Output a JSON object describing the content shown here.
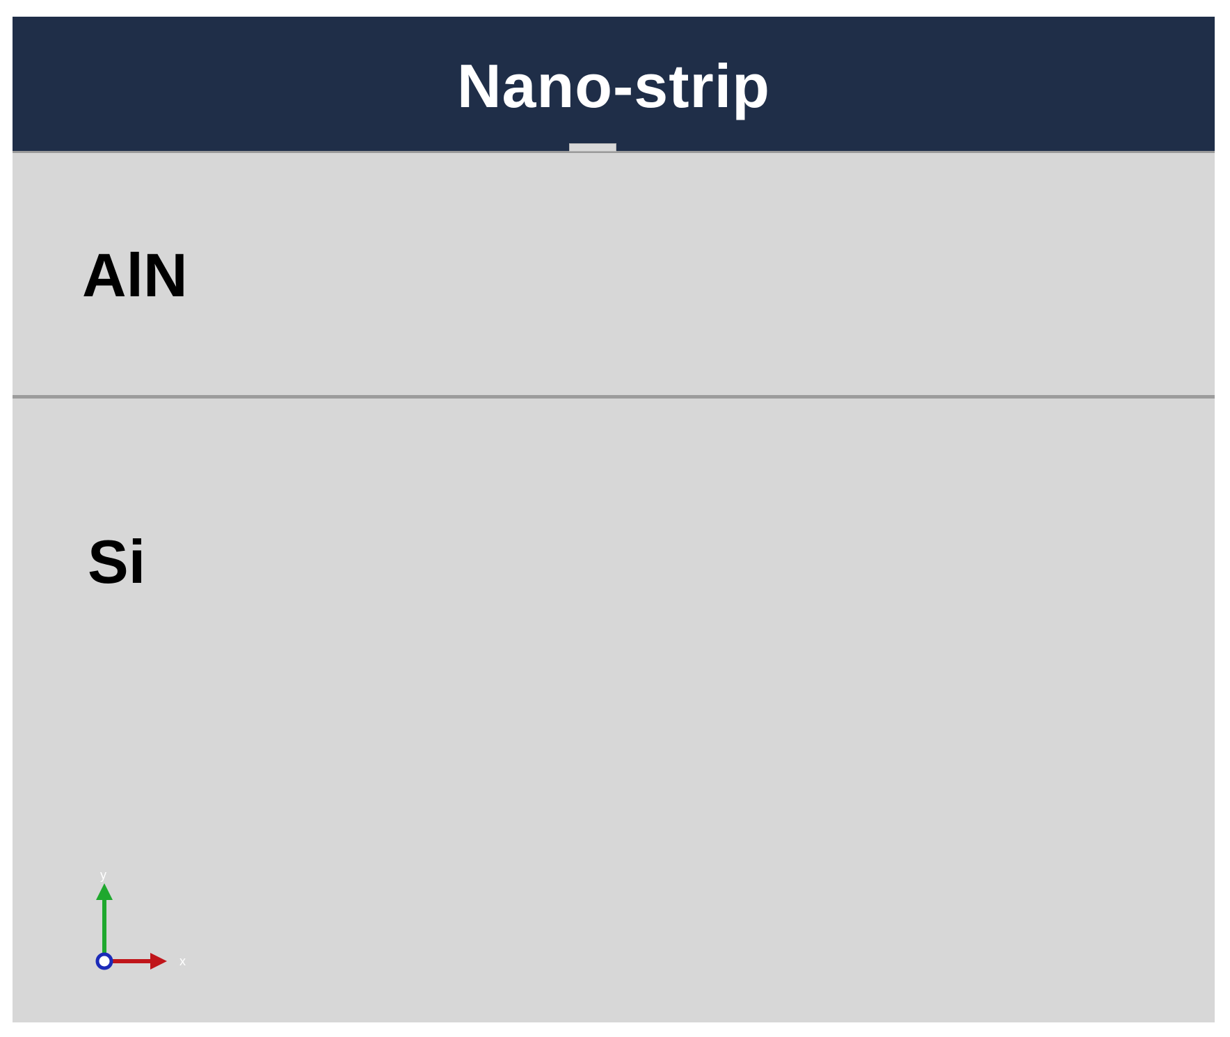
{
  "title": "Nano-strip",
  "layers": {
    "top": "AlN",
    "bottom": "Si"
  },
  "axes": {
    "x_label": "x",
    "y_label": "y",
    "x_color": "#c0151a",
    "y_color": "#1fa82e",
    "z_color": "#1c2bb8"
  },
  "colors": {
    "header": "#1f2e48",
    "substrate": "#d7d7d7",
    "divider": "#9c9c9c"
  }
}
